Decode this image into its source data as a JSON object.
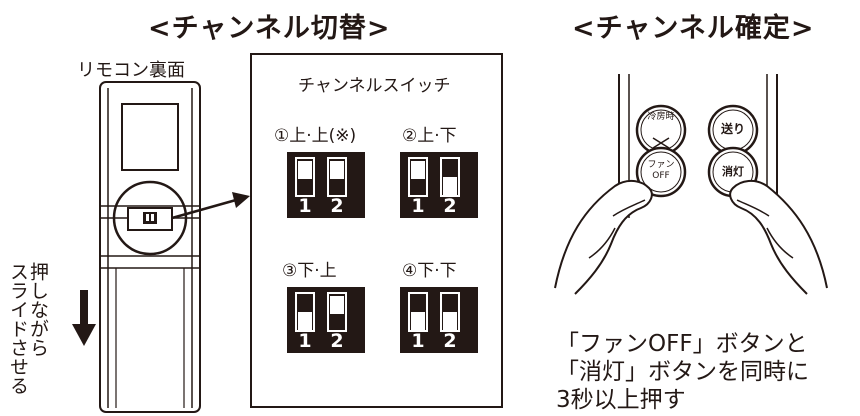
{
  "left_section": {
    "title": "<チャンネル切替>",
    "remote_caption": "リモコン裏面",
    "slide_instruction_col1": "押しながら",
    "slide_instruction_col2": "スライドさせる"
  },
  "switch_box": {
    "title": "チャンネルスイッチ",
    "settings": [
      {
        "label": "①上·上(※)",
        "switch1": "up",
        "switch2": "up"
      },
      {
        "label": "②上·下",
        "switch1": "up",
        "switch2": "down"
      },
      {
        "label": "③下·上",
        "switch1": "down",
        "switch2": "up"
      },
      {
        "label": "④下·下",
        "switch1": "down",
        "switch2": "down"
      }
    ],
    "switch_numbers": [
      "1",
      "2"
    ]
  },
  "right_section": {
    "title": "<チャンネル確定>",
    "buttons": {
      "cool_line1": "冷房時",
      "send": "送り",
      "fan_line1": "ファン",
      "fan_line2": "OFF",
      "light_off": "消灯"
    },
    "instruction_lines": [
      "「ファンOFF」ボタンと",
      "「消灯」ボタンを同時に",
      "3秒以上押す"
    ]
  }
}
